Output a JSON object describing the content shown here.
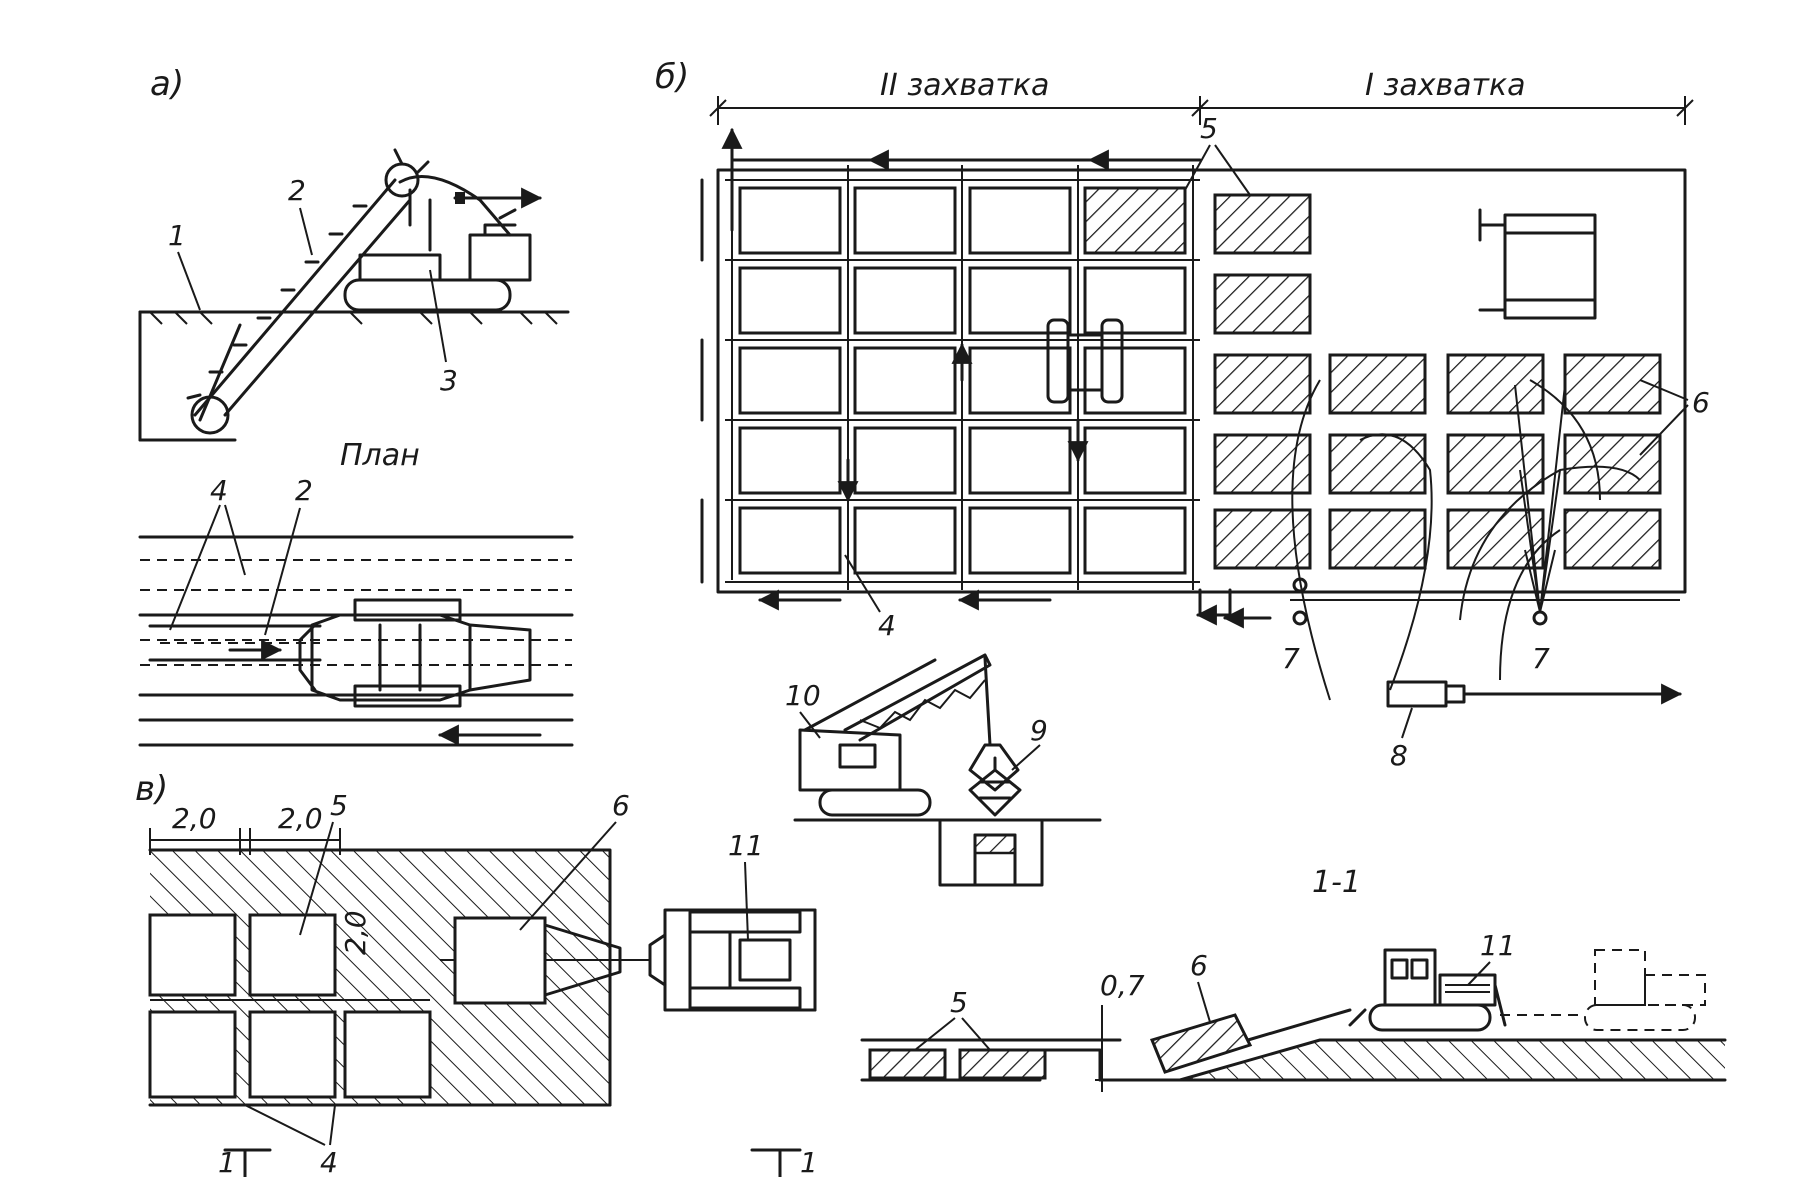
{
  "panels": {
    "a": {
      "label": "а)"
    },
    "b": {
      "label": "б)"
    },
    "v": {
      "label": "в)"
    }
  },
  "plan_title": "План",
  "section_title": "1-1",
  "zones": {
    "zone2": "II захватка",
    "zone1": "I захватка"
  },
  "dimensions": {
    "w1": "2,0",
    "w2": "2,0",
    "h1": "2,0",
    "depth": "0,7"
  },
  "callouts": {
    "n1": "1",
    "n2": "2",
    "n3": "3",
    "n4": "4",
    "n5": "5",
    "n6": "6",
    "n7": "7",
    "n8": "8",
    "n9": "9",
    "n10": "10",
    "n11": "11",
    "cut": "1"
  },
  "colors": {
    "ink": "#1a1a1a",
    "paper": "#ffffff"
  }
}
